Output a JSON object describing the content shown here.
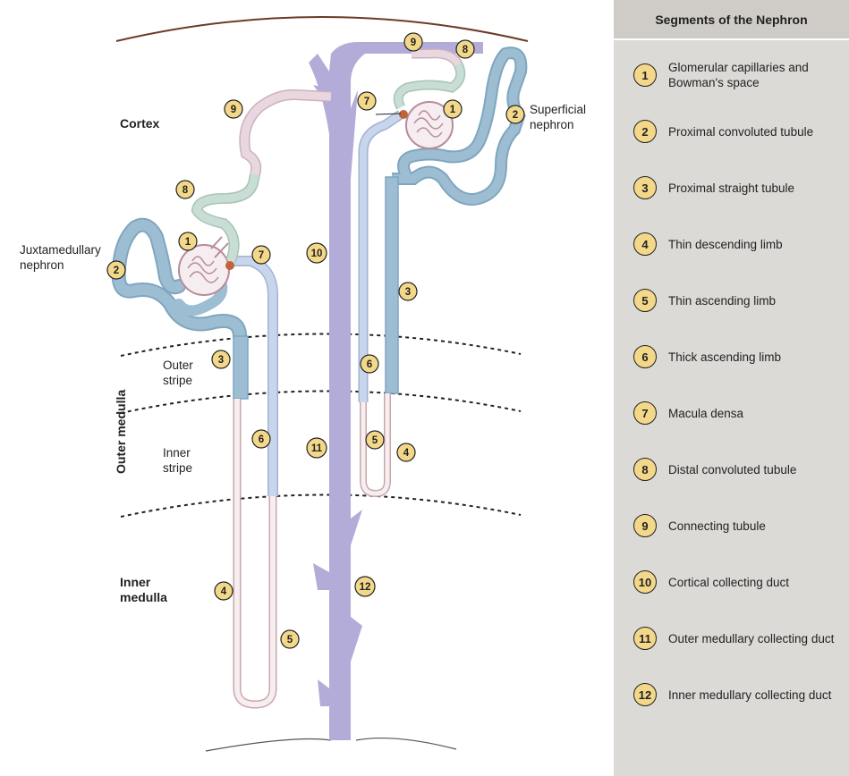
{
  "title": "Segments of the Nephron",
  "regions": {
    "cortex": "Cortex",
    "outer_medulla": "Outer medulla",
    "outer_stripe": [
      "Outer",
      "stripe"
    ],
    "inner_stripe": [
      "Inner",
      "stripe"
    ],
    "inner_medulla": [
      "Inner",
      "medulla"
    ]
  },
  "nephron_labels": {
    "juxtamedullary": [
      "Juxtamedullary",
      "nephron"
    ],
    "superficial": [
      "Superficial",
      "nephron"
    ]
  },
  "segments": [
    {
      "number": "1",
      "name": "Glomerular capillaries and Bowman's space"
    },
    {
      "number": "2",
      "name": "Proximal convoluted tubule"
    },
    {
      "number": "3",
      "name": "Proximal straight tubule"
    },
    {
      "number": "4",
      "name": "Thin descending limb"
    },
    {
      "number": "5",
      "name": "Thin ascending limb"
    },
    {
      "number": "6",
      "name": "Thick ascending limb"
    },
    {
      "number": "7",
      "name": "Macula densa"
    },
    {
      "number": "8",
      "name": "Distal convoluted tubule"
    },
    {
      "number": "9",
      "name": "Connecting tubule"
    },
    {
      "number": "10",
      "name": "Cortical collecting duct"
    },
    {
      "number": "11",
      "name": "Outer medullary collecting duct"
    },
    {
      "number": "12",
      "name": "Inner medullary collecting duct"
    }
  ],
  "colors": {
    "proximal_tubule": "#9dbdd3",
    "thick_ascending": "#c9d5ea",
    "thin_limb": "#f1e4e6",
    "distal_tubule": "#c8ddd4",
    "connecting_tubule": "#e9d7df",
    "collecting_duct": "#b3abd8",
    "badge": "#f3d88a"
  }
}
